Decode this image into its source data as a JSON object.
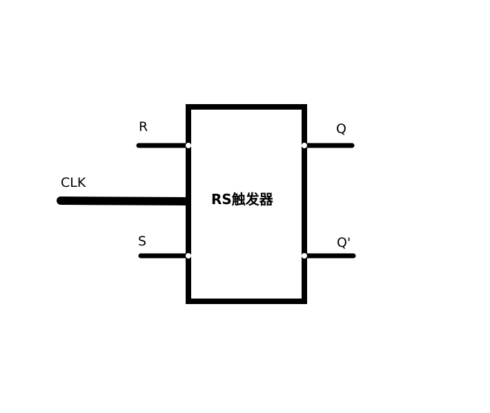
{
  "block": {
    "label": "RS触发器"
  },
  "inputs": {
    "r_label": "R",
    "clk_label": "CLK",
    "s_label": "S"
  },
  "outputs": {
    "q_label": "Q",
    "q_not_label": "Q'"
  },
  "colors": {
    "background": "#ffffff",
    "stroke": "#000000"
  }
}
